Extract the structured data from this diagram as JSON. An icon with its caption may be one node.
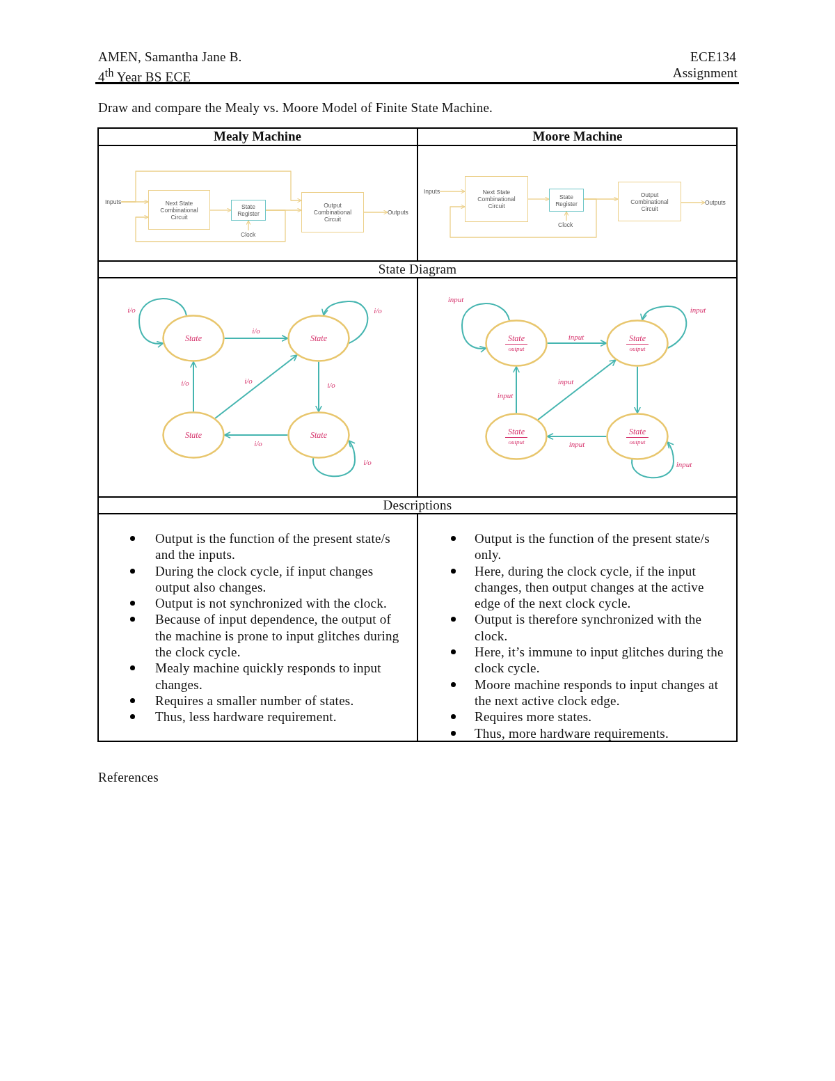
{
  "diagram": {
    "nodes": [
      {
        "text": [
          "Inputs"
        ]
      },
      {
        "text": [
          "Next State Combinational Circuit"
        ]
      },
      {
        "text": [
          "State Register"
        ]
      },
      {
        "text": [
          "Clock"
        ]
      },
      {
        "text": [
          "Output Combinational Circuit"
        ]
      },
      {
        "text": [
          "Outputs"
        ]
      },
      {
        "text": [
          "Inputs"
        ]
      },
      {
        "text": [
          "Next State Combinational Circuit"
        ]
      },
      {
        "text": [
          "State Register"
        ]
      },
      {
        "text": [
          "Clock"
        ]
      },
      {
        "text": [
          "Output Combinational Circuit"
        ]
      },
      {
        "text": [
          "Outputs"
        ]
      },
      {
        "text": [
          "State"
        ]
      },
      {
        "text": [
          "State"
        ]
      },
      {
        "text": [
          "State"
        ]
      },
      {
        "text": [
          "State"
        ]
      },
      {
        "text": [
          "State",
          "output"
        ]
      },
      {
        "text": [
          "State",
          "output"
        ]
      },
      {
        "text": [
          "State",
          "output"
        ]
      },
      {
        "text": [
          "State",
          "output"
        ]
      }
    ],
    "edges": [
      {
        "from": 0,
        "to": 1,
        "arrow": "to",
        "color": "#ecd08a"
      },
      {
        "from": 0,
        "to": 4,
        "arrow": "to",
        "color": "#ecd08a"
      },
      {
        "from": 1,
        "to": 2,
        "arrow": "to",
        "color": "#ecd08a"
      },
      {
        "from": 2,
        "to": 4,
        "arrow": "to",
        "color": "#ecd08a"
      },
      {
        "from": 2,
        "to": 1,
        "arrow": "to",
        "color": "#ecd08a"
      },
      {
        "from": 3,
        "to": 2,
        "arrow": "to",
        "color": "#ecd08a"
      },
      {
        "from": 4,
        "to": 5,
        "arrow": "to",
        "color": "#ecd08a"
      },
      {
        "from": 6,
        "to": 7,
        "arrow": "to",
        "color": "#ecd08a"
      },
      {
        "from": 7,
        "to": 8,
        "arrow": "to",
        "color": "#ecd08a"
      },
      {
        "from": 8,
        "to": 10,
        "arrow": "to",
        "color": "#ecd08a"
      },
      {
        "from": 8,
        "to": 7,
        "arrow": "to",
        "color": "#ecd08a"
      },
      {
        "from": 9,
        "to": 8,
        "arrow": "to",
        "color": "#ecd08a"
      },
      {
        "from": 10,
        "to": 11,
        "arrow": "to",
        "color": "#ecd08a"
      },
      {
        "from": 12,
        "to": 12,
        "arrow": "to",
        "label": "i/o"
      },
      {
        "from": 12,
        "to": 13,
        "arrow": "to",
        "label": "i/o"
      },
      {
        "from": 13,
        "to": 13,
        "arrow": "to",
        "label": "i/o"
      },
      {
        "from": 13,
        "to": 15,
        "arrow": "to",
        "label": "i/o"
      },
      {
        "from": 15,
        "to": 14,
        "arrow": "to",
        "label": "i/o"
      },
      {
        "from": 15,
        "to": 15,
        "arrow": "to",
        "label": "i/o"
      },
      {
        "from": 14,
        "to": 12,
        "arrow": "to",
        "label": "i/o"
      },
      {
        "from": 14,
        "to": 13,
        "arrow": "to",
        "label": "i/o"
      },
      {
        "from": 16,
        "to": 16,
        "arrow": "to",
        "label": "input"
      },
      {
        "from": 16,
        "to": 17,
        "arrow": "to",
        "label": "input"
      },
      {
        "from": 17,
        "to": 17,
        "arrow": "to",
        "label": "input"
      },
      {
        "from": 17,
        "to": 19,
        "arrow": "to"
      },
      {
        "from": 19,
        "to": 18,
        "arrow": "to",
        "label": "input"
      },
      {
        "from": 19,
        "to": 19,
        "arrow": "to",
        "label": "input"
      },
      {
        "from": 18,
        "to": 16,
        "arrow": "to",
        "label": "input"
      },
      {
        "from": 18,
        "to": 17,
        "arrow": "to",
        "label": "input"
      }
    ],
    "labels": [
      "AMEN, Samantha Jane B.",
      "ECE134",
      "4$^{th}$ Year BS ECE",
      "Assignment",
      "Draw and compare the Mealy vs. Moore Model of Finite State Machine.",
      "Mealy Machine",
      "Moore Machine",
      "State Diagram",
      "Descriptions",
      "Output is the function of the present state/s and the inputs.",
      "During the clock cycle, if input changes output also changes.",
      "Output is not synchronized with the clock.",
      "Because of input dependence, the output of the machine is prone to input glitches during the clock cycle.",
      "Mealy machine quickly responds to input changes.",
      "Requires a smaller number of states.",
      "Thus, less hardware requirement.",
      "Output is the function of the present state/s only.",
      "Here, during the clock cycle, if the input changes, then output changes at the active edge of the next clock cycle.",
      "Output is therefore synchronized with the clock.",
      "Here, it’s immune to input glitches during the clock cycle.",
      "Moore machine responds to input changes at the next active clock edge.",
      "Requires more states.",
      "Thus, more hardware requirements.",
      "References"
    ]
  }
}
